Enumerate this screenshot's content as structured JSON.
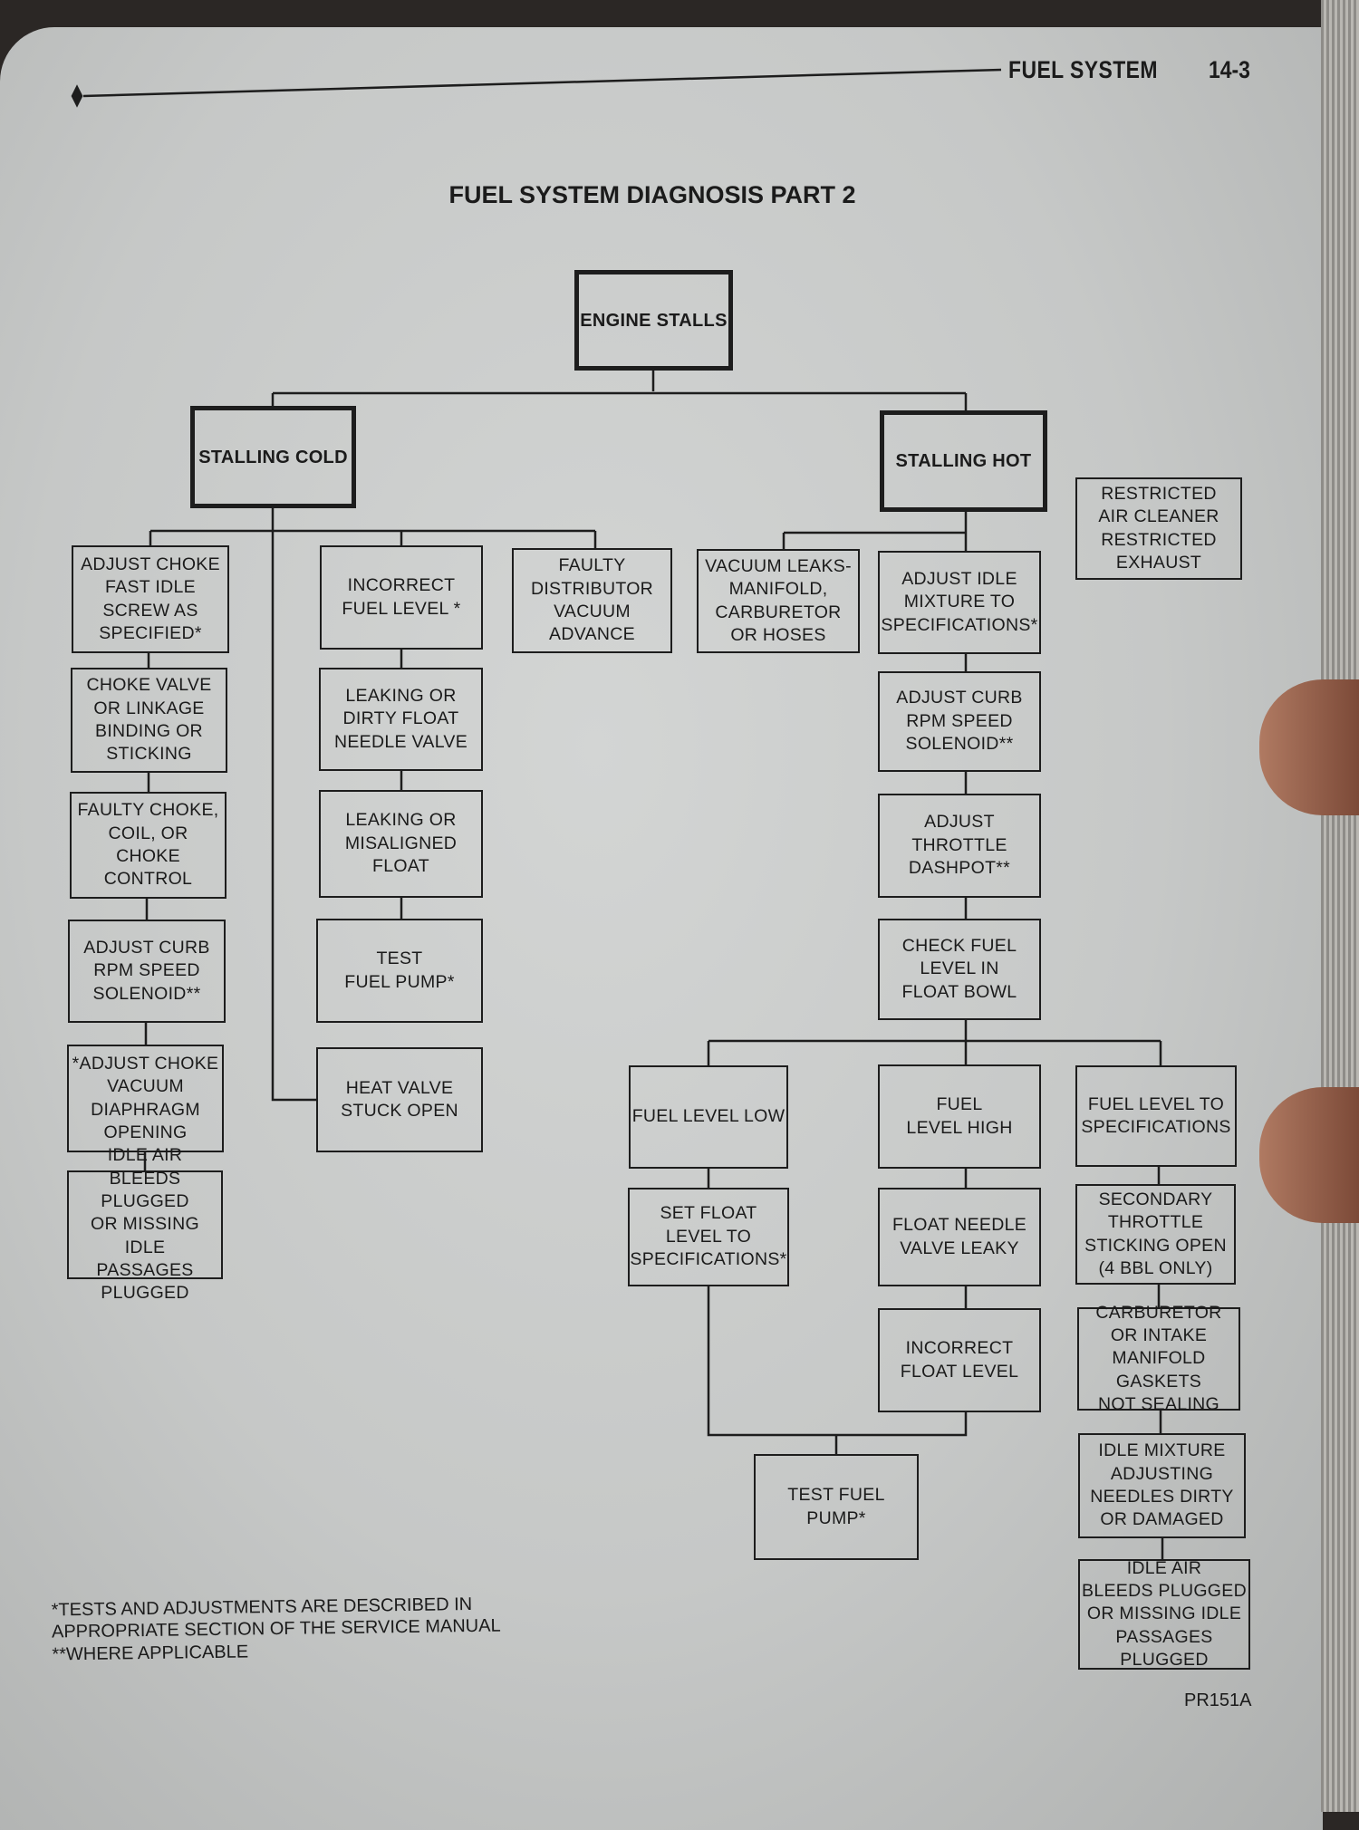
{
  "header": {
    "section": "FUEL SYSTEM",
    "page": "14-3"
  },
  "title": "FUEL SYSTEM DIAGNOSIS PART 2",
  "boxes": {
    "engine_stalls": "ENGINE STALLS",
    "stalling_cold": "STALLING COLD",
    "stalling_hot": "STALLING  HOT",
    "restricted_air": "RESTRICTED\nAIR CLEANER\nRESTRICTED\nEXHAUST",
    "c1": "ADJUST CHOKE\nFAST IDLE\nSCREW AS\nSPECIFIED*",
    "c2": "CHOKE VALVE\nOR LINKAGE\nBINDING OR\nSTICKING",
    "c3": "FAULTY CHOKE,\nCOIL, OR\nCHOKE CONTROL",
    "c4": "ADJUST CURB\nRPM SPEED\nSOLENOID**",
    "c5": "*ADJUST CHOKE\nVACUUM\nDIAPHRAGM\nOPENING",
    "c6": "IDLE AIR\nBLEEDS PLUGGED\nOR MISSING IDLE\nPASSAGES\nPLUGGED",
    "m1": "INCORRECT\nFUEL LEVEL *",
    "m2": "LEAKING OR\nDIRTY FLOAT\nNEEDLE VALVE",
    "m3": "LEAKING OR\nMISALIGNED\nFLOAT",
    "m4": "TEST\nFUEL PUMP*",
    "m5": "HEAT VALVE\nSTUCK OPEN",
    "dist": "FAULTY\nDISTRIBUTOR\nVACUUM\nADVANCE",
    "vac": "VACUUM LEAKS-\nMANIFOLD,\nCARBURETOR\nOR HOSES",
    "h1": "ADJUST IDLE\nMIXTURE TO\nSPECIFICATIONS*",
    "h2": "ADJUST CURB\nRPM SPEED\nSOLENOID**",
    "h3": "ADJUST\nTHROTTLE\nDASHPOT**",
    "h4": "CHECK FUEL\nLEVEL IN\nFLOAT BOWL",
    "low": "FUEL LEVEL LOW",
    "high": "FUEL\nLEVEL HIGH",
    "spec": "FUEL LEVEL TO\nSPECIFICATIONS",
    "setfloat": "SET  FLOAT\nLEVEL TO\nSPECIFICATIONS*",
    "needle": "FLOAT NEEDLE\nVALVE LEAKY",
    "incfloat": "INCORRECT\nFLOAT LEVEL",
    "testpump": "TEST FUEL\nPUMP*",
    "secondary": "SECONDARY\nTHROTTLE\nSTICKING OPEN\n(4 BBL ONLY)",
    "carb": "CARBURETOR\nOR INTAKE\nMANIFOLD\nGASKETS\nNOT SEALING",
    "idlemix": "IDLE  MIXTURE\nADJUSTING\nNEEDLES DIRTY\nOR  DAMAGED",
    "idleair": "IDLE AIR\nBLEEDS PLUGGED\nOR MISSING IDLE\nPASSAGES\nPLUGGED"
  },
  "footnotes": "*TESTS AND ADJUSTMENTS ARE DESCRIBED IN\nAPPROPRIATE SECTION OF THE SERVICE MANUAL\n**WHERE APPLICABLE",
  "figure_id": "PR151A"
}
